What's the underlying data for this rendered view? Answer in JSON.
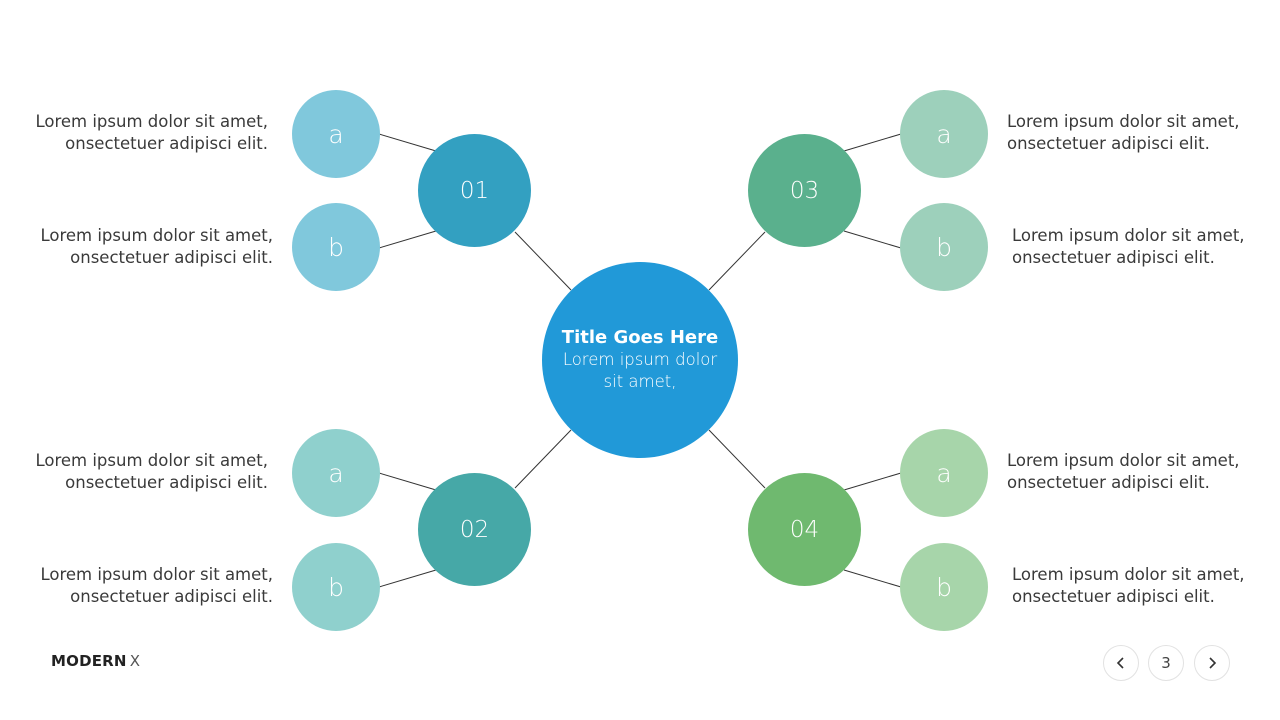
{
  "center": {
    "title": "Title Goes Here",
    "text": "Lorem ipsum dolor sit amet,",
    "color": "#2199d8"
  },
  "branches": [
    {
      "label": "01",
      "color": "#33a0c1",
      "sub_color": "#80c8dc",
      "subs": [
        {
          "letter": "a",
          "line1": "Lorem ipsum dolor sit amet,",
          "line2": "onsectetuer adipisci elit."
        },
        {
          "letter": "b",
          "line1": "Lorem ipsum dolor sit amet,",
          "line2": "onsectetuer adipisci elit."
        }
      ]
    },
    {
      "label": "02",
      "color": "#46a8a7",
      "sub_color": "#8fd0cd",
      "subs": [
        {
          "letter": "a",
          "line1": "Lorem ipsum dolor sit amet,",
          "line2": "onsectetuer adipisci elit."
        },
        {
          "letter": "b",
          "line1": "Lorem ipsum dolor sit amet,",
          "line2": "onsectetuer adipisci elit."
        }
      ]
    },
    {
      "label": "03",
      "color": "#5ab08d",
      "sub_color": "#9dd0bb",
      "subs": [
        {
          "letter": "a",
          "line1": "Lorem ipsum dolor sit amet,",
          "line2": "onsectetuer adipisci elit."
        },
        {
          "letter": "b",
          "line1": "Lorem ipsum dolor sit amet,",
          "line2": "onsectetuer adipisci elit."
        }
      ]
    },
    {
      "label": "04",
      "color": "#6fb96f",
      "sub_color": "#a7d5aa",
      "subs": [
        {
          "letter": "a",
          "line1": "Lorem ipsum dolor sit amet,",
          "line2": "onsectetuer adipisci elit."
        },
        {
          "letter": "b",
          "line1": "Lorem ipsum dolor sit amet,",
          "line2": "onsectetuer adipisci elit."
        }
      ]
    }
  ],
  "footer": {
    "brand_bold": "MODERN",
    "brand_light": "X",
    "page_number": "3",
    "prev_icon": "chevron-left-icon",
    "next_icon": "chevron-right-icon"
  }
}
